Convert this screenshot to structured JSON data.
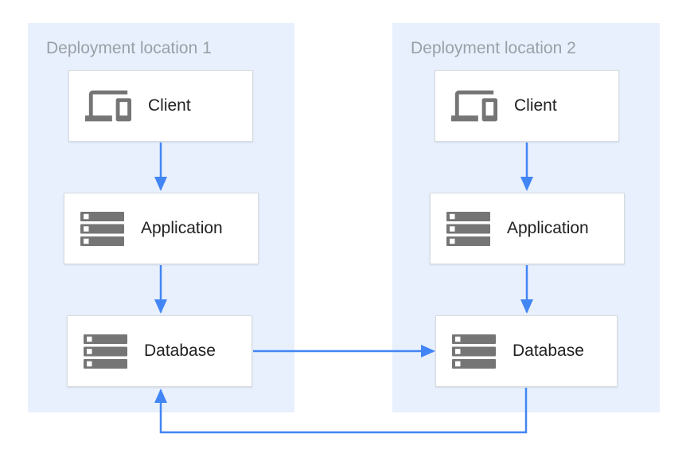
{
  "colors": {
    "panel_background": "#E8F0FE",
    "arrow_blue": "#4285F4",
    "icon_gray": "#757575",
    "box_border": "#D9DBDE",
    "panel_title_gray": "#9AA0A6",
    "label_dark": "#212121"
  },
  "locations": [
    {
      "id": "deployment-location-1",
      "title": "Deployment location 1",
      "nodes": [
        {
          "id": "client-1",
          "label": "Client",
          "icon": "devices-icon"
        },
        {
          "id": "application-1",
          "label": "Application",
          "icon": "server-stack-icon"
        },
        {
          "id": "database-1",
          "label": "Database",
          "icon": "server-stack-icon"
        }
      ]
    },
    {
      "id": "deployment-location-2",
      "title": "Deployment location 2",
      "nodes": [
        {
          "id": "client-2",
          "label": "Client",
          "icon": "devices-icon"
        },
        {
          "id": "application-2",
          "label": "Application",
          "icon": "server-stack-icon"
        },
        {
          "id": "database-2",
          "label": "Database",
          "icon": "server-stack-icon"
        }
      ]
    }
  ],
  "connections": [
    {
      "from": "client-1",
      "to": "application-1",
      "direction": "down"
    },
    {
      "from": "application-1",
      "to": "database-1",
      "direction": "down"
    },
    {
      "from": "client-2",
      "to": "application-2",
      "direction": "down"
    },
    {
      "from": "application-2",
      "to": "database-2",
      "direction": "down"
    },
    {
      "from": "database-1",
      "to": "database-2",
      "direction": "right"
    },
    {
      "from": "database-2",
      "to": "database-1",
      "direction": "loop-below"
    }
  ]
}
